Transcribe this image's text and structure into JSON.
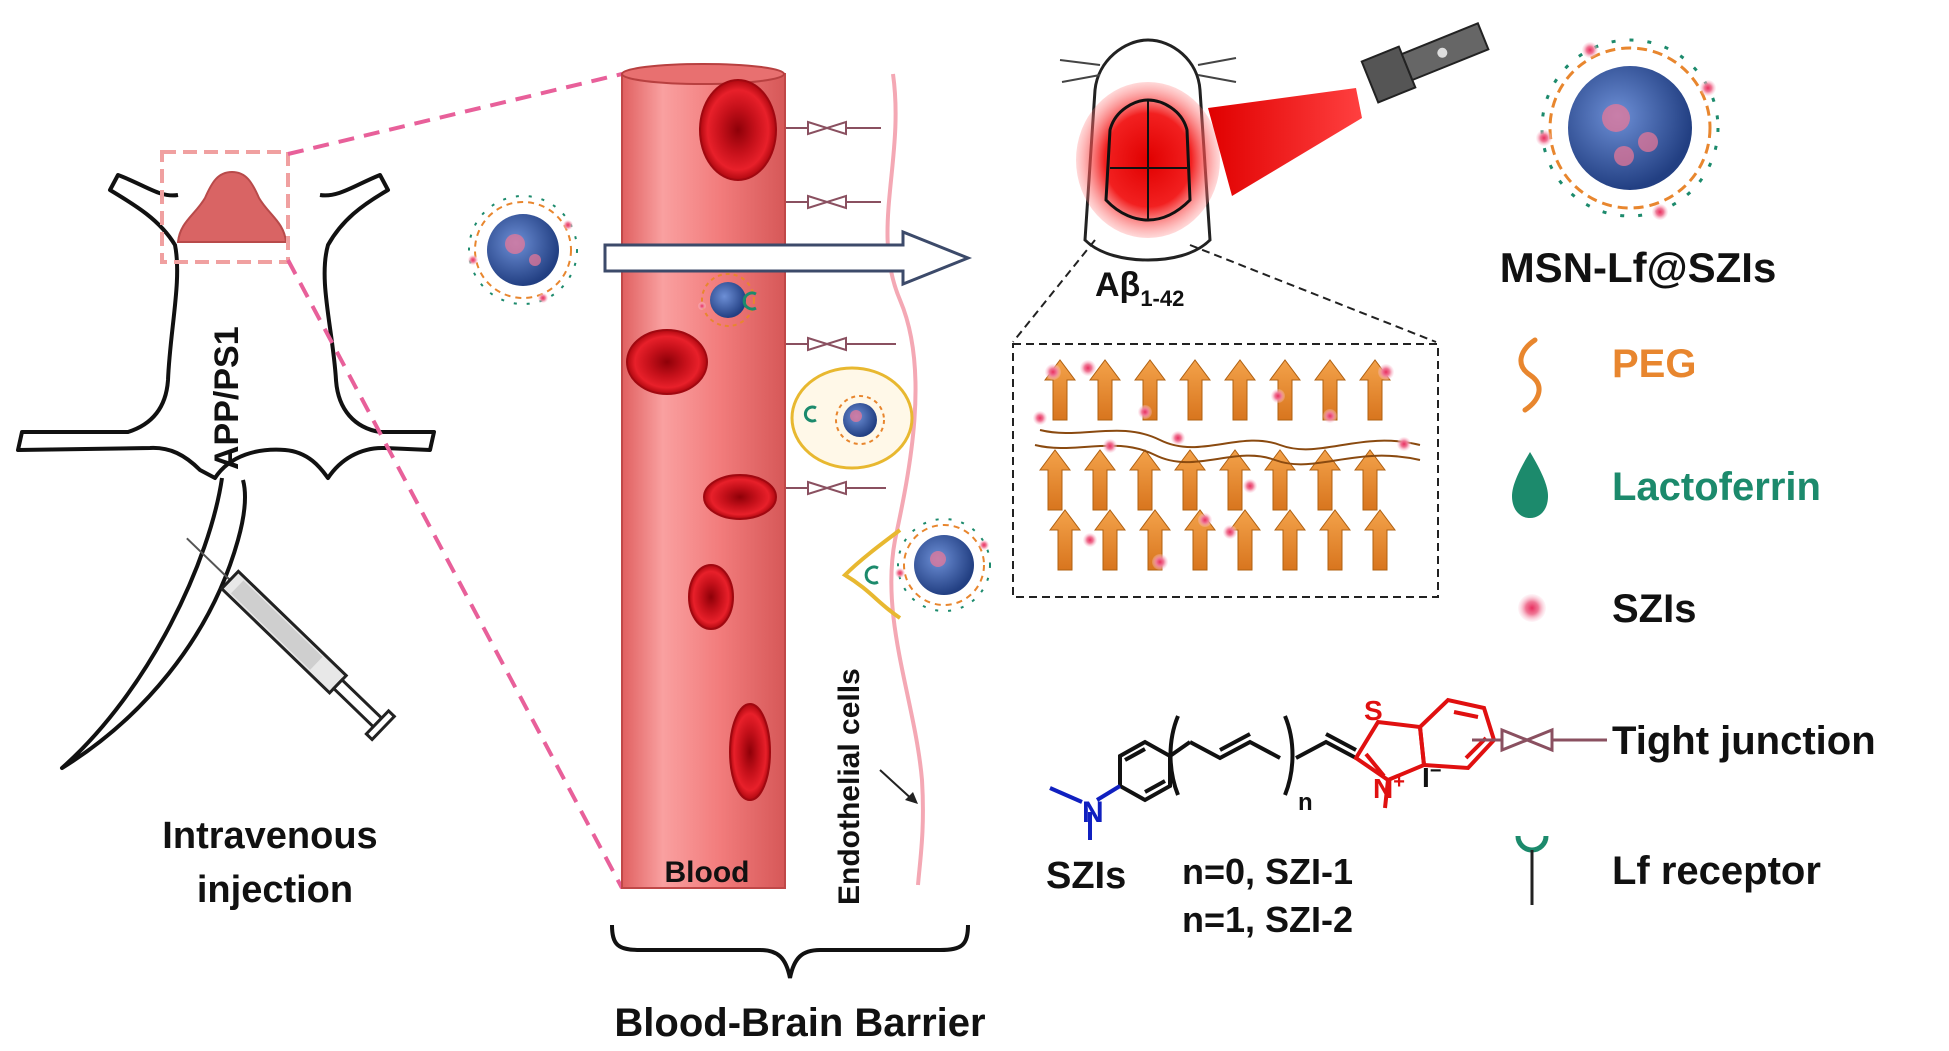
{
  "labels": {
    "mouse_model": "APP/PS1",
    "injection_line1": "Intravenous",
    "injection_line2": "injection",
    "blood": "Blood",
    "endothelial": "Endothelial cells",
    "bbb": "Blood-Brain Barrier",
    "abeta_main": "Aβ",
    "abeta_sub": "1-42",
    "szi_name": "SZIs",
    "subscript_n": "n",
    "cation_n": "N",
    "cation_plus": "+",
    "iodide": "I",
    "iodide_minus": "−",
    "sulfur": "S",
    "n_value_1": "n=0, SZI-1",
    "n_value_2": "n=1, SZI-2"
  },
  "legend": {
    "title": "MSN-Lf@SZIs",
    "items": [
      {
        "label": "PEG",
        "color": "#e8862e",
        "icon": "peg-chain-icon"
      },
      {
        "label": "Lactoferrin",
        "color": "#1c8a6c",
        "icon": "lactoferrin-drop-icon"
      },
      {
        "label": "SZIs",
        "color": "#111111",
        "icon": "szi-dot-icon"
      },
      {
        "label": "Tight junction",
        "color": "#111111",
        "icon": "tight-junction-icon"
      },
      {
        "label": "Lf receptor",
        "color": "#111111",
        "icon": "lf-receptor-icon"
      }
    ]
  },
  "colors": {
    "vessel": "#f07f7f",
    "rbc": "#d8141c",
    "guide_lines": "#e86090",
    "core": "#3a5fa8",
    "thiazole": "#e01010",
    "amine": "#1020c0"
  }
}
